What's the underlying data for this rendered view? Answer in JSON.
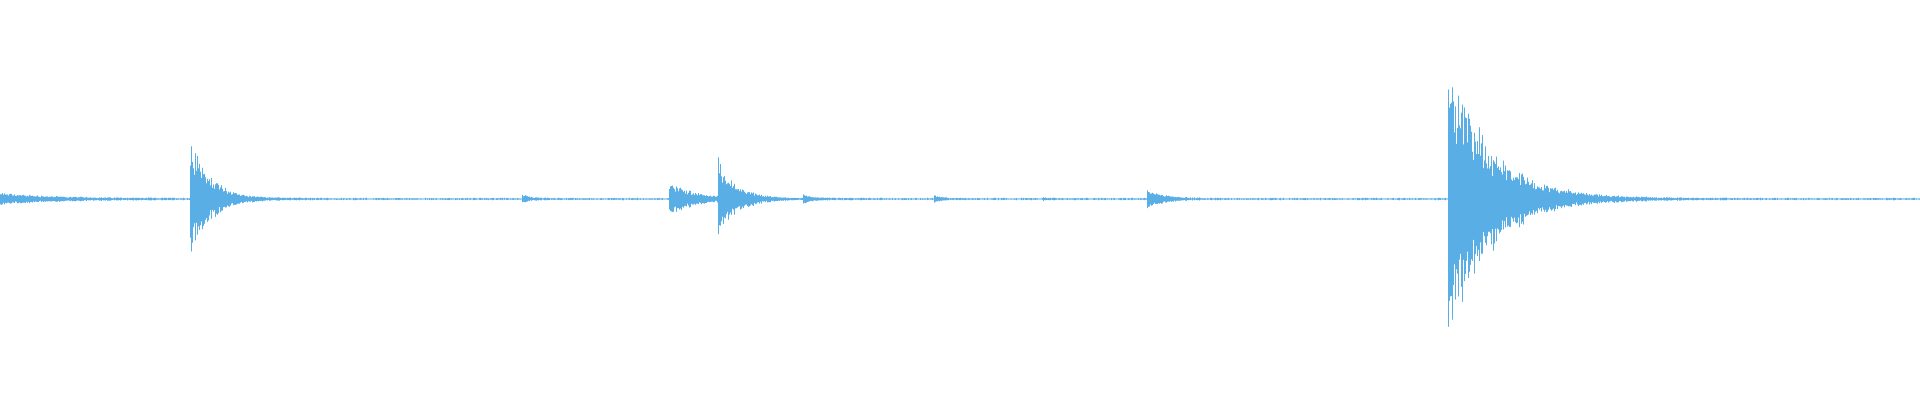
{
  "waveform": {
    "color": "#5aaee6",
    "background": "#ffffff",
    "baseline_amplitude": 0.006,
    "events": [
      {
        "name": "onset-1",
        "t": 0.0,
        "amp": 0.04,
        "decay": 0.028
      },
      {
        "name": "onset-2",
        "t": 0.0985,
        "amp": 0.47,
        "decay": 0.01
      },
      {
        "name": "onset-3",
        "t": 0.2715,
        "amp": 0.03,
        "decay": 0.004
      },
      {
        "name": "onset-4",
        "t": 0.348,
        "amp": 0.13,
        "decay": 0.012
      },
      {
        "name": "onset-5",
        "t": 0.3735,
        "amp": 0.29,
        "decay": 0.009
      },
      {
        "name": "onset-6",
        "t": 0.418,
        "amp": 0.03,
        "decay": 0.005
      },
      {
        "name": "onset-7",
        "t": 0.486,
        "amp": 0.03,
        "decay": 0.004
      },
      {
        "name": "onset-8",
        "t": 0.543,
        "amp": 0.01,
        "decay": 0.004
      },
      {
        "name": "onset-9",
        "t": 0.597,
        "amp": 0.08,
        "decay": 0.008
      },
      {
        "name": "onset-10",
        "t": 0.754,
        "amp": 1.0,
        "decay": 0.022
      }
    ]
  }
}
